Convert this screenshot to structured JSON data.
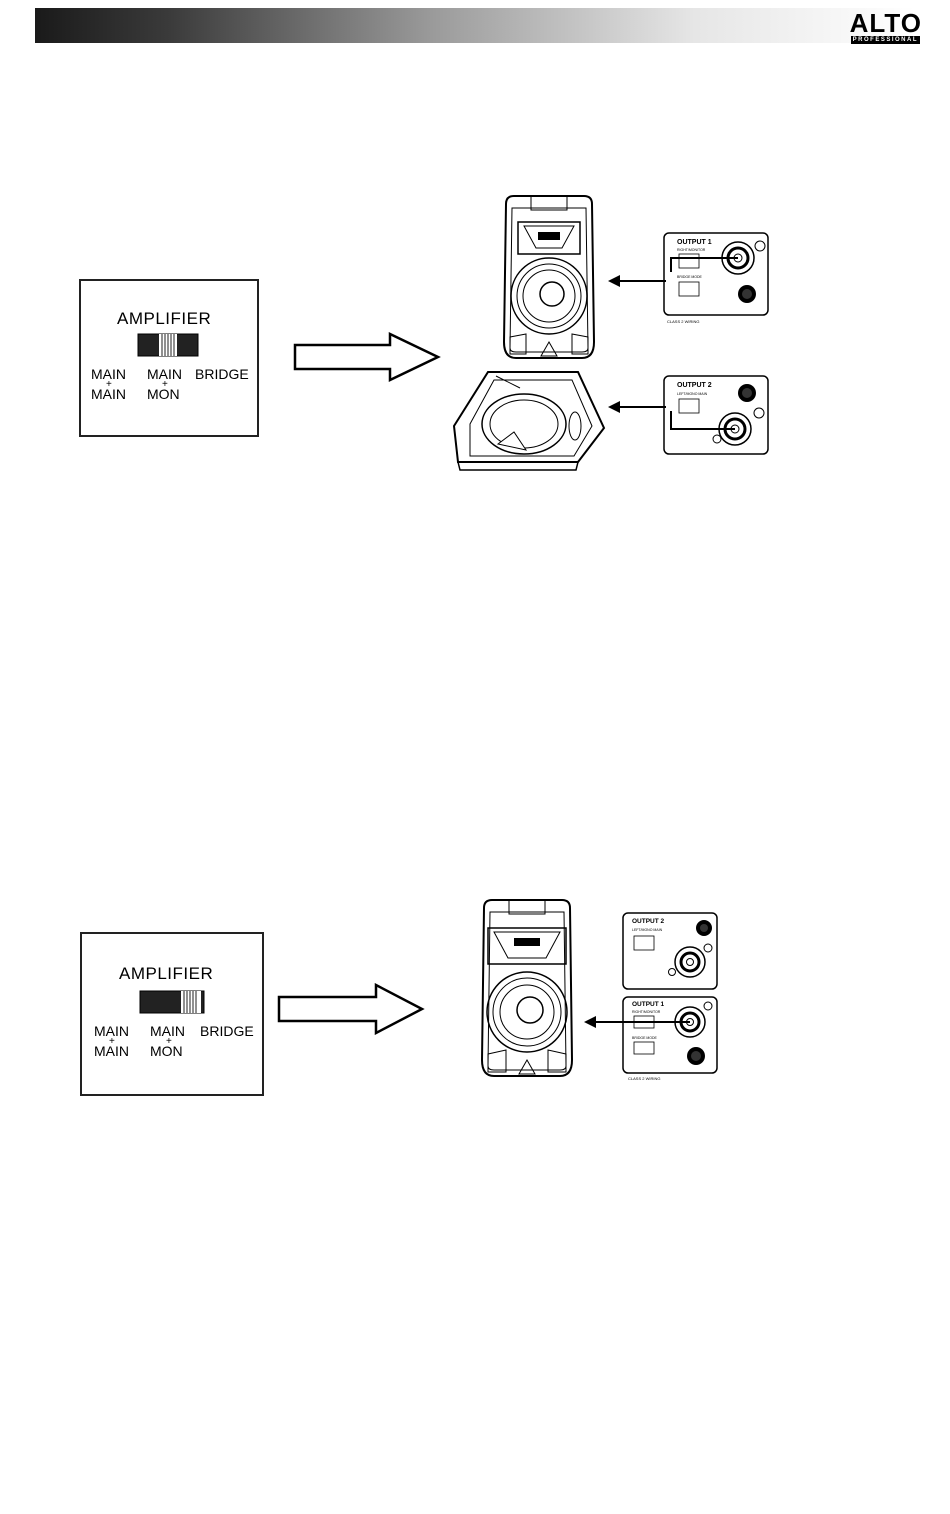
{
  "header": {
    "brand": "ALTO",
    "brand_sub": "PROFESSIONAL"
  },
  "figure1": {
    "switch": {
      "title": "AMPLIFIER",
      "left_top": "MAIN",
      "left_plus": "+",
      "left_bottom": "MAIN",
      "mid_top": "MAIN",
      "mid_plus": "+",
      "mid_bottom": "MON",
      "right": "BRIDGE"
    },
    "panel_top": {
      "title": "OUTPUT 1",
      "line1": "RIGHT/MONITOR",
      "line2": "BRIDGE MODE",
      "footer": "CLASS 2 WIRING"
    },
    "panel_bottom": {
      "title": "OUTPUT 2",
      "line1": "LEFT/MONO MAIN"
    }
  },
  "figure2": {
    "switch": {
      "title": "AMPLIFIER",
      "left_top": "MAIN",
      "left_plus": "+",
      "left_bottom": "MAIN",
      "mid_top": "MAIN",
      "mid_plus": "+",
      "mid_bottom": "MON",
      "right": "BRIDGE"
    },
    "panel_top": {
      "title": "OUTPUT 2",
      "line1": "LEFT/MONO MAIN"
    },
    "panel_bottom": {
      "title": "OUTPUT 1",
      "line1": "RIGHT/MONITOR",
      "line2": "BRIDGE MODE",
      "footer": "CLASS 2 WIRING"
    }
  }
}
